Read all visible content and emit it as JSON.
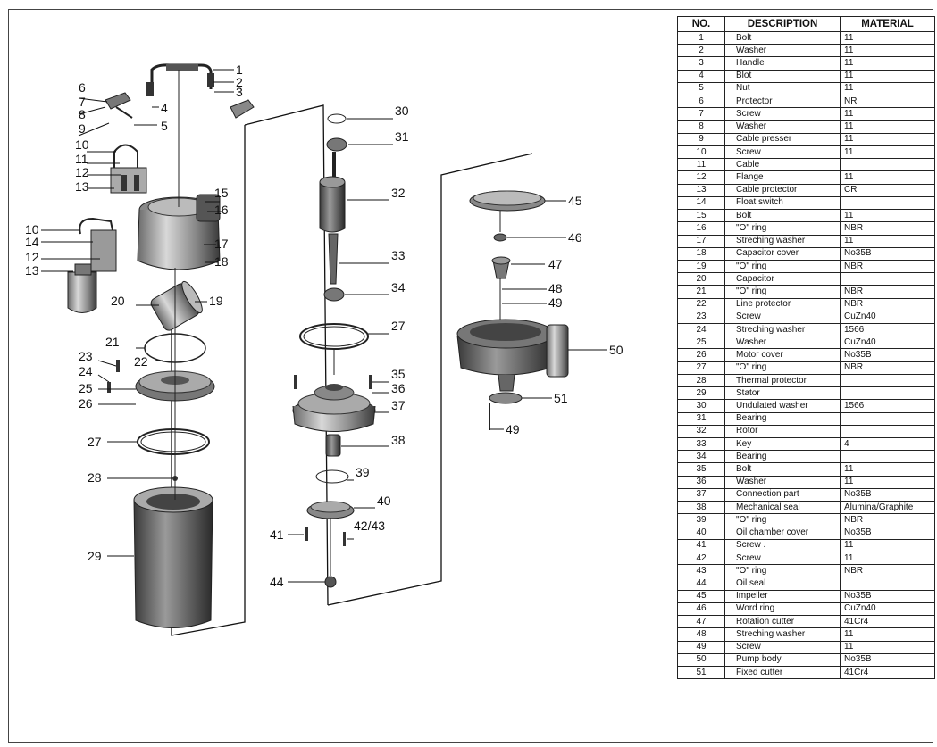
{
  "table": {
    "headers": {
      "no": "NO.",
      "description": "DESCRIPTION",
      "material": "MATERIAL"
    },
    "rows": [
      {
        "no": "1",
        "desc": "Bolt",
        "mat": "11"
      },
      {
        "no": "2",
        "desc": "Washer",
        "mat": "11"
      },
      {
        "no": "3",
        "desc": "Handle",
        "mat": "11"
      },
      {
        "no": "4",
        "desc": "Blot",
        "mat": "11"
      },
      {
        "no": "5",
        "desc": "Nut",
        "mat": "11"
      },
      {
        "no": "6",
        "desc": "Protector",
        "mat": "NR"
      },
      {
        "no": "7",
        "desc": "Screw",
        "mat": "11"
      },
      {
        "no": "8",
        "desc": "Washer",
        "mat": "11"
      },
      {
        "no": "9",
        "desc": "Cable presser",
        "mat": "11"
      },
      {
        "no": "10",
        "desc": "Screw",
        "mat": "11"
      },
      {
        "no": "11",
        "desc": "Cable",
        "mat": ""
      },
      {
        "no": "12",
        "desc": "Flange",
        "mat": "11"
      },
      {
        "no": "13",
        "desc": "Cable protector",
        "mat": "CR"
      },
      {
        "no": "14",
        "desc": "Float switch",
        "mat": ""
      },
      {
        "no": "15",
        "desc": "Bolt",
        "mat": "11"
      },
      {
        "no": "16",
        "desc": "\"O\" ring",
        "mat": "NBR"
      },
      {
        "no": "17",
        "desc": "Streching washer",
        "mat": "11"
      },
      {
        "no": "18",
        "desc": "Capacitor cover",
        "mat": "No35B"
      },
      {
        "no": "19",
        "desc": "\"O\" ring",
        "mat": "NBR"
      },
      {
        "no": "20",
        "desc": "Capacitor",
        "mat": ""
      },
      {
        "no": "21",
        "desc": "\"O\" ring",
        "mat": "NBR"
      },
      {
        "no": "22",
        "desc": "Line protector",
        "mat": "NBR"
      },
      {
        "no": "23",
        "desc": "Screw",
        "mat": "CuZn40"
      },
      {
        "no": "24",
        "desc": "Streching washer",
        "mat": "1566"
      },
      {
        "no": "25",
        "desc": "Washer",
        "mat": "CuZn40"
      },
      {
        "no": "26",
        "desc": "Motor cover",
        "mat": "No35B"
      },
      {
        "no": "27",
        "desc": "\"O\" ring",
        "mat": "NBR"
      },
      {
        "no": "28",
        "desc": "Thermal protector",
        "mat": ""
      },
      {
        "no": "29",
        "desc": "Stator",
        "mat": ""
      },
      {
        "no": "30",
        "desc": "Undulated washer",
        "mat": "1566"
      },
      {
        "no": "31",
        "desc": "Bearing",
        "mat": ""
      },
      {
        "no": "32",
        "desc": "Rotor",
        "mat": ""
      },
      {
        "no": "33",
        "desc": "Key",
        "mat": "4"
      },
      {
        "no": "34",
        "desc": "Bearing",
        "mat": ""
      },
      {
        "no": "35",
        "desc": "Bolt",
        "mat": "11"
      },
      {
        "no": "36",
        "desc": "Washer",
        "mat": "11"
      },
      {
        "no": "37",
        "desc": "Connection part",
        "mat": "No35B"
      },
      {
        "no": "38",
        "desc": "Mechanical seal",
        "mat": "Alumina/Graphite"
      },
      {
        "no": "39",
        "desc": "\"O\" ring",
        "mat": "NBR"
      },
      {
        "no": "40",
        "desc": "Oil chamber cover",
        "mat": "No35B"
      },
      {
        "no": "41",
        "desc": "Screw .",
        "mat": "11"
      },
      {
        "no": "42",
        "desc": "Screw",
        "mat": "11"
      },
      {
        "no": "43",
        "desc": "\"O\" ring",
        "mat": "NBR"
      },
      {
        "no": "44",
        "desc": "Oil seal",
        "mat": ""
      },
      {
        "no": "45",
        "desc": "Impeller",
        "mat": "No35B"
      },
      {
        "no": "46",
        "desc": "Word ring",
        "mat": "CuZn40"
      },
      {
        "no": "47",
        "desc": "Rotation cutter",
        "mat": "41Cr4"
      },
      {
        "no": "48",
        "desc": "Streching washer",
        "mat": "11"
      },
      {
        "no": "49",
        "desc": "Screw",
        "mat": "11"
      },
      {
        "no": "50",
        "desc": "Pump body",
        "mat": "No35B"
      },
      {
        "no": "51",
        "desc": "Fixed cutter",
        "mat": "41Cr4"
      }
    ]
  },
  "callouts": {
    "c1": "1",
    "c2": "2",
    "c3": "3",
    "c4": "4",
    "c5": "5",
    "c6": "6",
    "c7": "7",
    "c8": "8",
    "c9": "9",
    "c10a": "10",
    "c11": "11",
    "c12a": "12",
    "c13a": "13",
    "c15": "15",
    "c16": "16",
    "c10b": "10",
    "c14": "14",
    "c12b": "12",
    "c13b": "13",
    "c17": "17",
    "c18": "18",
    "c20": "20",
    "c19": "19",
    "c21": "21",
    "c23": "23",
    "c22": "22",
    "c24": "24",
    "c25": "25",
    "c26": "26",
    "c27a": "27",
    "c28": "28",
    "c29": "29",
    "c30": "30",
    "c31": "31",
    "c32": "32",
    "c33": "33",
    "c34": "34",
    "c27b": "27",
    "c35": "35",
    "c36": "36",
    "c37": "37",
    "c38": "38",
    "c39": "39",
    "c40": "40",
    "c41": "41",
    "c4243": "42/43",
    "c44": "44",
    "c45": "45",
    "c46": "46",
    "c47": "47",
    "c48": "48",
    "c49a": "49",
    "c50": "50",
    "c51": "51",
    "c49b": "49"
  }
}
